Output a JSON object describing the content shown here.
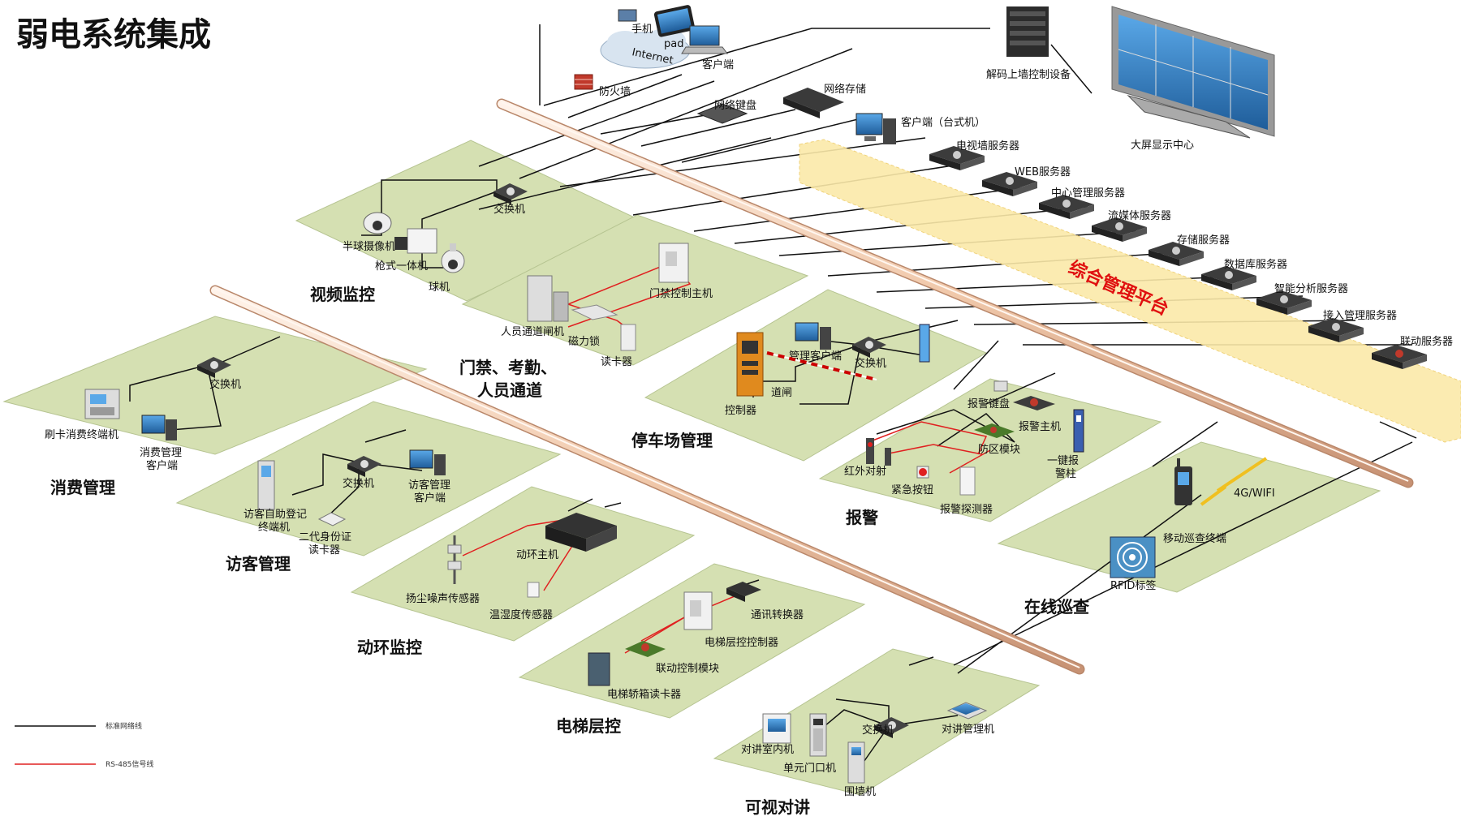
{
  "title": "弱电系统集成",
  "platform_label": "综合管理平台",
  "zones": {
    "video": "视频监控",
    "access": "门禁、考勤、\n人员通道",
    "access_l1": "门禁、考勤、",
    "access_l2": "人员通道",
    "parking": "停车场管理",
    "consume": "消费管理",
    "visitor": "访客管理",
    "alarm": "报警",
    "env": "动环监控",
    "patrol": "在线巡查",
    "elevator": "电梯层控",
    "intercom": "可视对讲"
  },
  "top": {
    "phone": "手机",
    "internet": "Internet",
    "pad": "pad",
    "client": "客户端",
    "firewall": "防火墙",
    "decoder": "解码上墙控制设备",
    "bigscreen": "大屏显示中心",
    "keyboard": "网络键盘",
    "storage": "网络存储",
    "desktop": "客户端（台式机）"
  },
  "servers": [
    "电视墙服务器",
    "WEB服务器",
    "中心管理服务器",
    "流媒体服务器",
    "存储服务器",
    "数据库服务器",
    "智能分析服务器",
    "接入管理服务器",
    "联动服务器"
  ],
  "devices": {
    "switch": "交换机",
    "dome": "半球摄像机",
    "bullet": "枪式一体机",
    "ball": "球机",
    "door_ctrl": "门禁控制主机",
    "gate": "人员通道闸机",
    "maglock": "磁力锁",
    "reader": "读卡器",
    "park_client": "管理客户端",
    "controller": "控制器",
    "barrier": "道闸",
    "pos": "刷卡消费终端机",
    "consume_client_l1": "消费管理",
    "consume_client_l2": "客户端",
    "visitor_kiosk_l1": "访客自助登记",
    "visitor_kiosk_l2": "终端机",
    "visitor_client_l1": "访客管理",
    "visitor_client_l2": "客户端",
    "idreader_l1": "二代身份证",
    "idreader_l2": "读卡器",
    "alarm_kbd": "报警键盘",
    "alarm_host": "报警主机",
    "zone_module": "防区模块",
    "ir": "红外对射",
    "emergency": "紧急按钮",
    "detector": "报警探测器",
    "sos_l1": "一键报",
    "sos_l2": "警柱",
    "env_host": "动环主机",
    "dust": "扬尘噪声传感器",
    "temp": "温湿度传感器",
    "mobile": "移动巡查终端",
    "wifi": "4G/WIFI",
    "rfid": "RFID标签",
    "comm": "通讯转换器",
    "elev_ctrl": "电梯层控控制器",
    "link_mod": "联动控制模块",
    "car_reader": "电梯轿箱读卡器",
    "indoor": "对讲室内机",
    "unit_door": "单元门口机",
    "wall": "围墙机",
    "mgmt": "对讲管理机"
  },
  "legend": {
    "black": "标准网络线",
    "red": "RS-485信号线"
  },
  "colors": {
    "zone_fill": "#d5e0b2",
    "zone_stroke": "#b6c491",
    "net_line": "#111111",
    "rs485_line": "#e02020",
    "platform_band": "#fbe9a8",
    "platform_text": "#e01010",
    "trunk_fill": "#f3d6c0",
    "trunk_stroke": "#b9876a"
  }
}
